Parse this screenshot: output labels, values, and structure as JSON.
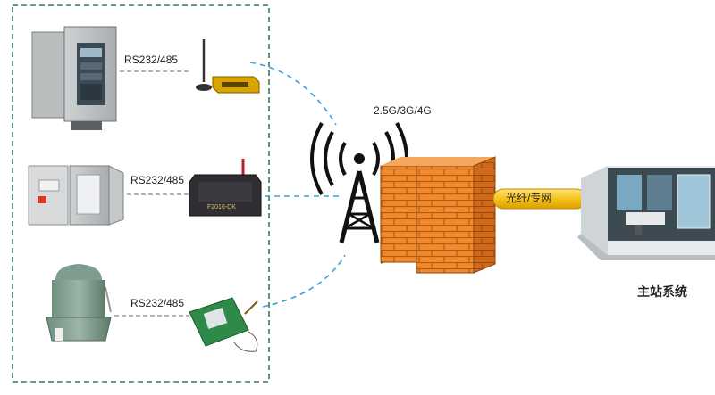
{
  "links": [
    {
      "label": "RS232/485"
    },
    {
      "label": "RS232/485"
    },
    {
      "label": "RS232/485"
    }
  ],
  "network": {
    "label": "2.5G/3G/4G"
  },
  "fiber": {
    "label": "光纤/专网"
  },
  "master_station": {
    "label": "主站系统"
  },
  "dtu_device": {
    "model_text": "F2016-DK"
  },
  "colors": {
    "dash_blue": "#3aa0d8",
    "firewall_orange": "#f08a2c",
    "fiber_yellow": "#f6c21a",
    "dashed_box": "#2e7d6a"
  }
}
